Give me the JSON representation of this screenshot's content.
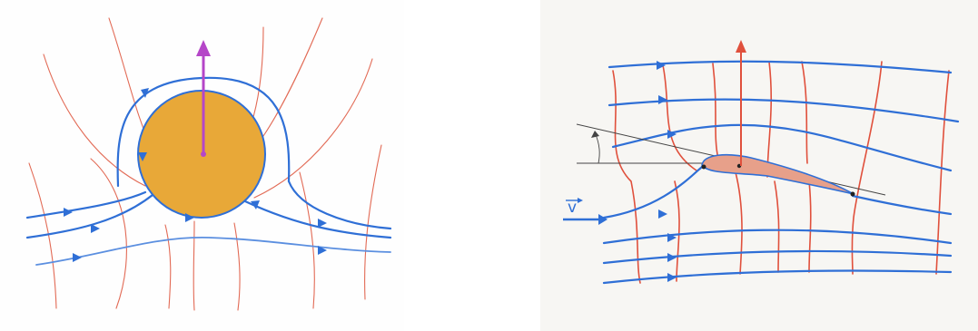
{
  "figure": {
    "left_panel": {
      "body": "cylinder",
      "colors": {
        "cylinder_fill": "#e8a838",
        "lift_arrow": "#b546c8",
        "streamlines": "#2f6fd6",
        "potential_lines": "#e26a55"
      }
    },
    "right_panel": {
      "body": "airfoil",
      "velocity_label": "v",
      "colors": {
        "airfoil_fill": "#e7a08a",
        "lift_arrow": "#e0503c",
        "streamlines": "#2f6fd6",
        "potential_lines": "#e0503c"
      }
    }
  }
}
